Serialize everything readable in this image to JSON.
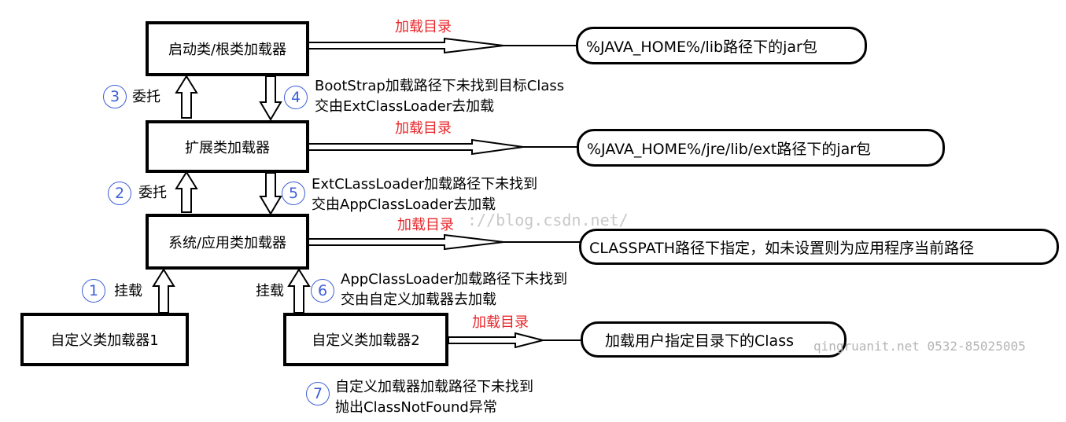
{
  "boxes": {
    "bootstrap": "启动类/根类加载器",
    "ext": "扩展类加载器",
    "app": "系统/应用类加载器",
    "custom1": "自定义类加载器1",
    "custom2": "自定义类加载器2"
  },
  "dirs": {
    "bootstrap": "%JAVA_HOME%/lib路径下的jar包",
    "ext": "%JAVA_HOME%/jre/lib/ext路径下的jar包",
    "app": "CLASSPATH路径下指定，如未设置则为应用程序当前路径",
    "custom2": "加载用户指定目录下的Class"
  },
  "load_dir_label": "加载目录",
  "steps": {
    "s1": {
      "num": "1",
      "text": "挂载"
    },
    "s1b": {
      "text": "挂载"
    },
    "s2": {
      "num": "2",
      "text": "委托"
    },
    "s3": {
      "num": "3",
      "text": "委托"
    },
    "s4": {
      "num": "4",
      "line1": "BootStrap加载路径下未找到目标Class",
      "line2": "交由ExtClassLoader去加载"
    },
    "s5": {
      "num": "5",
      "line1": "ExtCLassLoader加载路径下未找到",
      "line2": "交由AppClassLoader去加载"
    },
    "s6": {
      "num": "6",
      "line1": "AppClassLoader加载路径下未找到",
      "line2": "交由自定义加载器去加载"
    },
    "s7": {
      "num": "7",
      "line1": "自定义加载器加载路径下未找到",
      "line2": "抛出ClassNotFound异常"
    }
  },
  "watermarks": {
    "blog": "://blog.csdn.net/",
    "contact": "qingruanit.net 0532-85025005"
  }
}
